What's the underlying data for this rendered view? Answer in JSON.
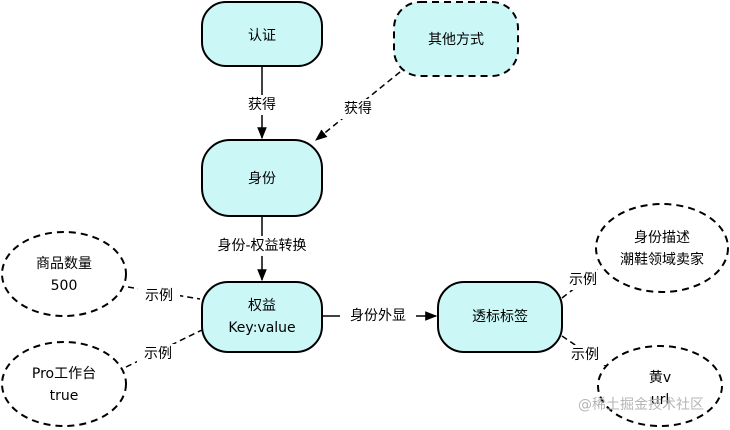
{
  "nodes": {
    "auth": {
      "label": "认证"
    },
    "other_methods": {
      "label": "其他方式"
    },
    "identity": {
      "label": "身份"
    },
    "rights": {
      "label_line1": "权益",
      "label_line2": "Key:value"
    },
    "transparent_tag": {
      "label": "透标标签"
    },
    "product_count": {
      "label_line1": "商品数量",
      "label_line2": "500"
    },
    "pro_workbench": {
      "label_line1": "Pro工作台",
      "label_line2": "true"
    },
    "identity_desc": {
      "label_line1": "身份描述",
      "label_line2": "潮鞋领域卖家"
    },
    "yellow_v": {
      "label_line1": "黄v",
      "label_line2": "url"
    }
  },
  "edges": {
    "auth_to_identity": "获得",
    "other_to_identity": "获得",
    "identity_to_rights": "身份-权益转换",
    "rights_to_tag": "身份外显",
    "product_count_example": "示例",
    "pro_workbench_example": "示例",
    "identity_desc_example": "示例",
    "yellow_v_example": "示例"
  },
  "watermark": "@稀土掘金技术社区",
  "colors": {
    "node_fill": "#ccf7f7",
    "stroke": "#000000",
    "background": "#ffffff"
  }
}
